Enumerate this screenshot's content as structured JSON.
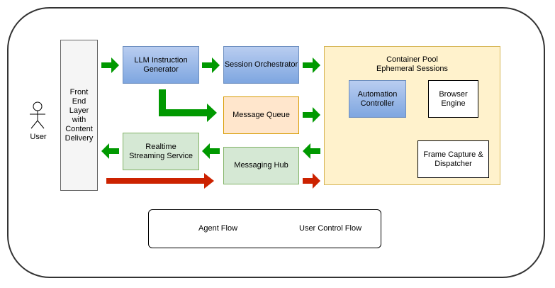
{
  "diagram": {
    "user": "User",
    "front_end": "Front End Layer with Content Delivery",
    "llm": "LLM Instruction Generator",
    "session_orchestrator": "Session Orchestrator",
    "message_queue": "Message Queue",
    "realtime_streaming": "Realtime Streaming Service",
    "messaging_hub": "Messaging Hub",
    "container_pool": "Container Pool Ephemeral Sessions",
    "automation_controller": "Automation Controller",
    "browser_engine": "Browser Engine",
    "frame_capture": "Frame Capture & Dispatcher"
  },
  "legend": {
    "agent_flow": "Agent Flow",
    "user_control_flow": "User Control Flow"
  },
  "colors": {
    "agent_flow": "#009900",
    "user_control_flow": "#cc2200",
    "internal_flow": "#0000dd"
  }
}
